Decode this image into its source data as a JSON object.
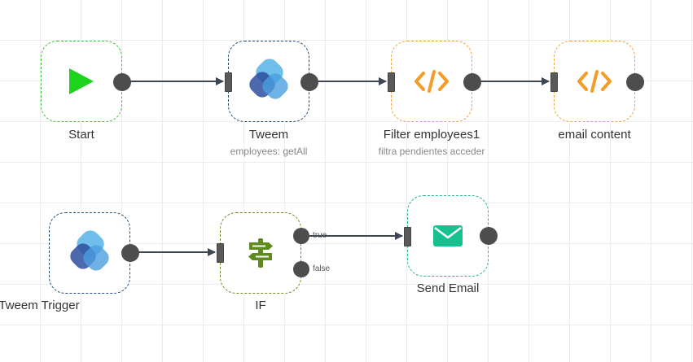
{
  "nodes": [
    {
      "id": "start",
      "label": "Start",
      "subtitle": "",
      "icon": "play-icon",
      "border": "#3fc23f"
    },
    {
      "id": "tweem",
      "label": "Tweem",
      "subtitle": "employees: getAll",
      "icon": "tweem-logo-icon",
      "border": "#1f4e79"
    },
    {
      "id": "filter",
      "label": "Filter employees1",
      "subtitle": "filtra pendientes acceder",
      "icon": "code-icon",
      "border": "#f2a43c"
    },
    {
      "id": "email-content",
      "label": "email content",
      "subtitle": "",
      "icon": "code-icon",
      "border": "#f2a43c"
    },
    {
      "id": "tweem-trigger",
      "label": "Tweem Trigger",
      "subtitle": "",
      "icon": "tweem-logo-icon",
      "border": "#1f4e79"
    },
    {
      "id": "if",
      "label": "IF",
      "subtitle": "",
      "icon": "signpost-icon",
      "border": "#6b8e23"
    },
    {
      "id": "send-email",
      "label": "Send Email",
      "subtitle": "",
      "icon": "envelope-icon",
      "border": "#1fb89a"
    }
  ],
  "if_outputs": {
    "true_label": "true",
    "false_label": "false"
  },
  "colors": {
    "connector": "#3c4654",
    "port": "#4d4d4d",
    "play": "#1bd41b",
    "code": "#f39c2a",
    "signpost": "#5e8a1e",
    "email": "#16c08f",
    "tweem_light": "#5fb7ea",
    "tweem_dark": "#2c4f9e"
  }
}
